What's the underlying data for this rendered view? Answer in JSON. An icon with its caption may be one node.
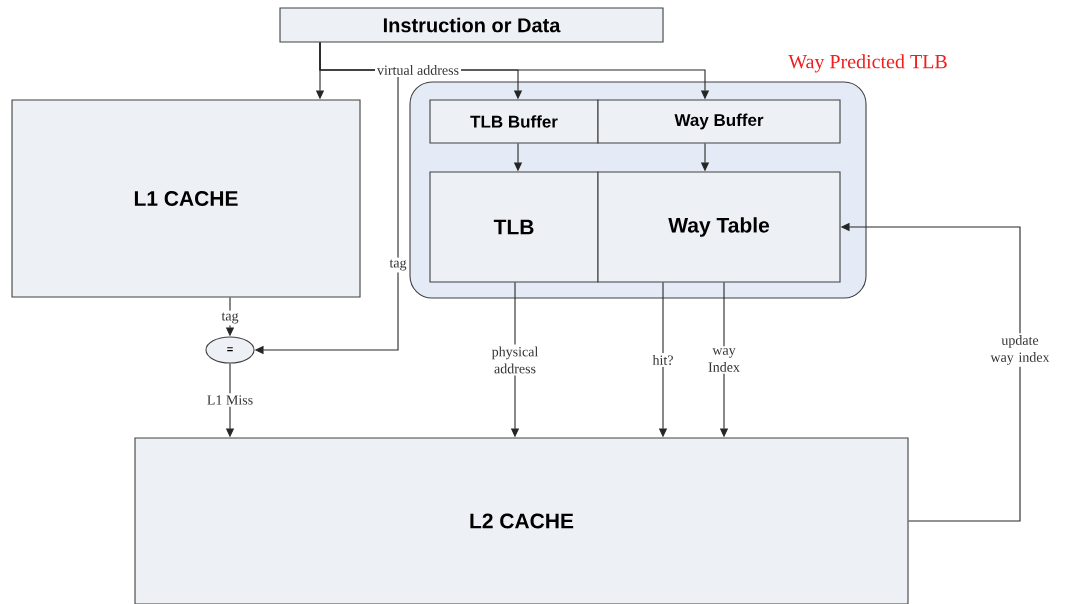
{
  "diagram": {
    "nodes": [
      {
        "text": [
          "Instruction or Data"
        ]
      },
      {
        "text": [
          "L1 CACHE"
        ]
      },
      {
        "text": [
          "Way Predicted TLB"
        ]
      },
      {
        "text": [
          "TLB Buffer"
        ],
        "in": 2
      },
      {
        "text": [
          "Way Buffer"
        ],
        "in": 2
      },
      {
        "text": [
          "TLB"
        ],
        "in": 2
      },
      {
        "text": [
          "Way Table"
        ],
        "in": 2
      },
      {
        "text": [
          "="
        ]
      },
      {
        "text": [
          "L2 CACHE"
        ]
      }
    ],
    "edges": [
      {
        "from": 0,
        "to": 1,
        "arrow": "to"
      },
      {
        "from": 0,
        "to": 3,
        "arrow": "to",
        "label": "virtual address"
      },
      {
        "from": 0,
        "to": 4,
        "arrow": "to"
      },
      {
        "from": 0,
        "to": 7,
        "arrow": "to",
        "label": "tag"
      },
      {
        "from": 1,
        "to": 7,
        "arrow": "to",
        "label": "tag"
      },
      {
        "from": 7,
        "to": 8,
        "arrow": "to",
        "label": "L1 Miss"
      },
      {
        "from": 3,
        "to": 5,
        "arrow": "to"
      },
      {
        "from": 4,
        "to": 6,
        "arrow": "to"
      },
      {
        "from": 5,
        "to": 8,
        "arrow": "to",
        "label": "physical address"
      },
      {
        "from": 6,
        "to": 8,
        "arrow": "to",
        "label": "hit?"
      },
      {
        "from": 6,
        "to": 8,
        "arrow": "to",
        "label": "way Index"
      },
      {
        "from": 8,
        "to": 6,
        "arrow": "to",
        "label": "update way index"
      }
    ]
  }
}
